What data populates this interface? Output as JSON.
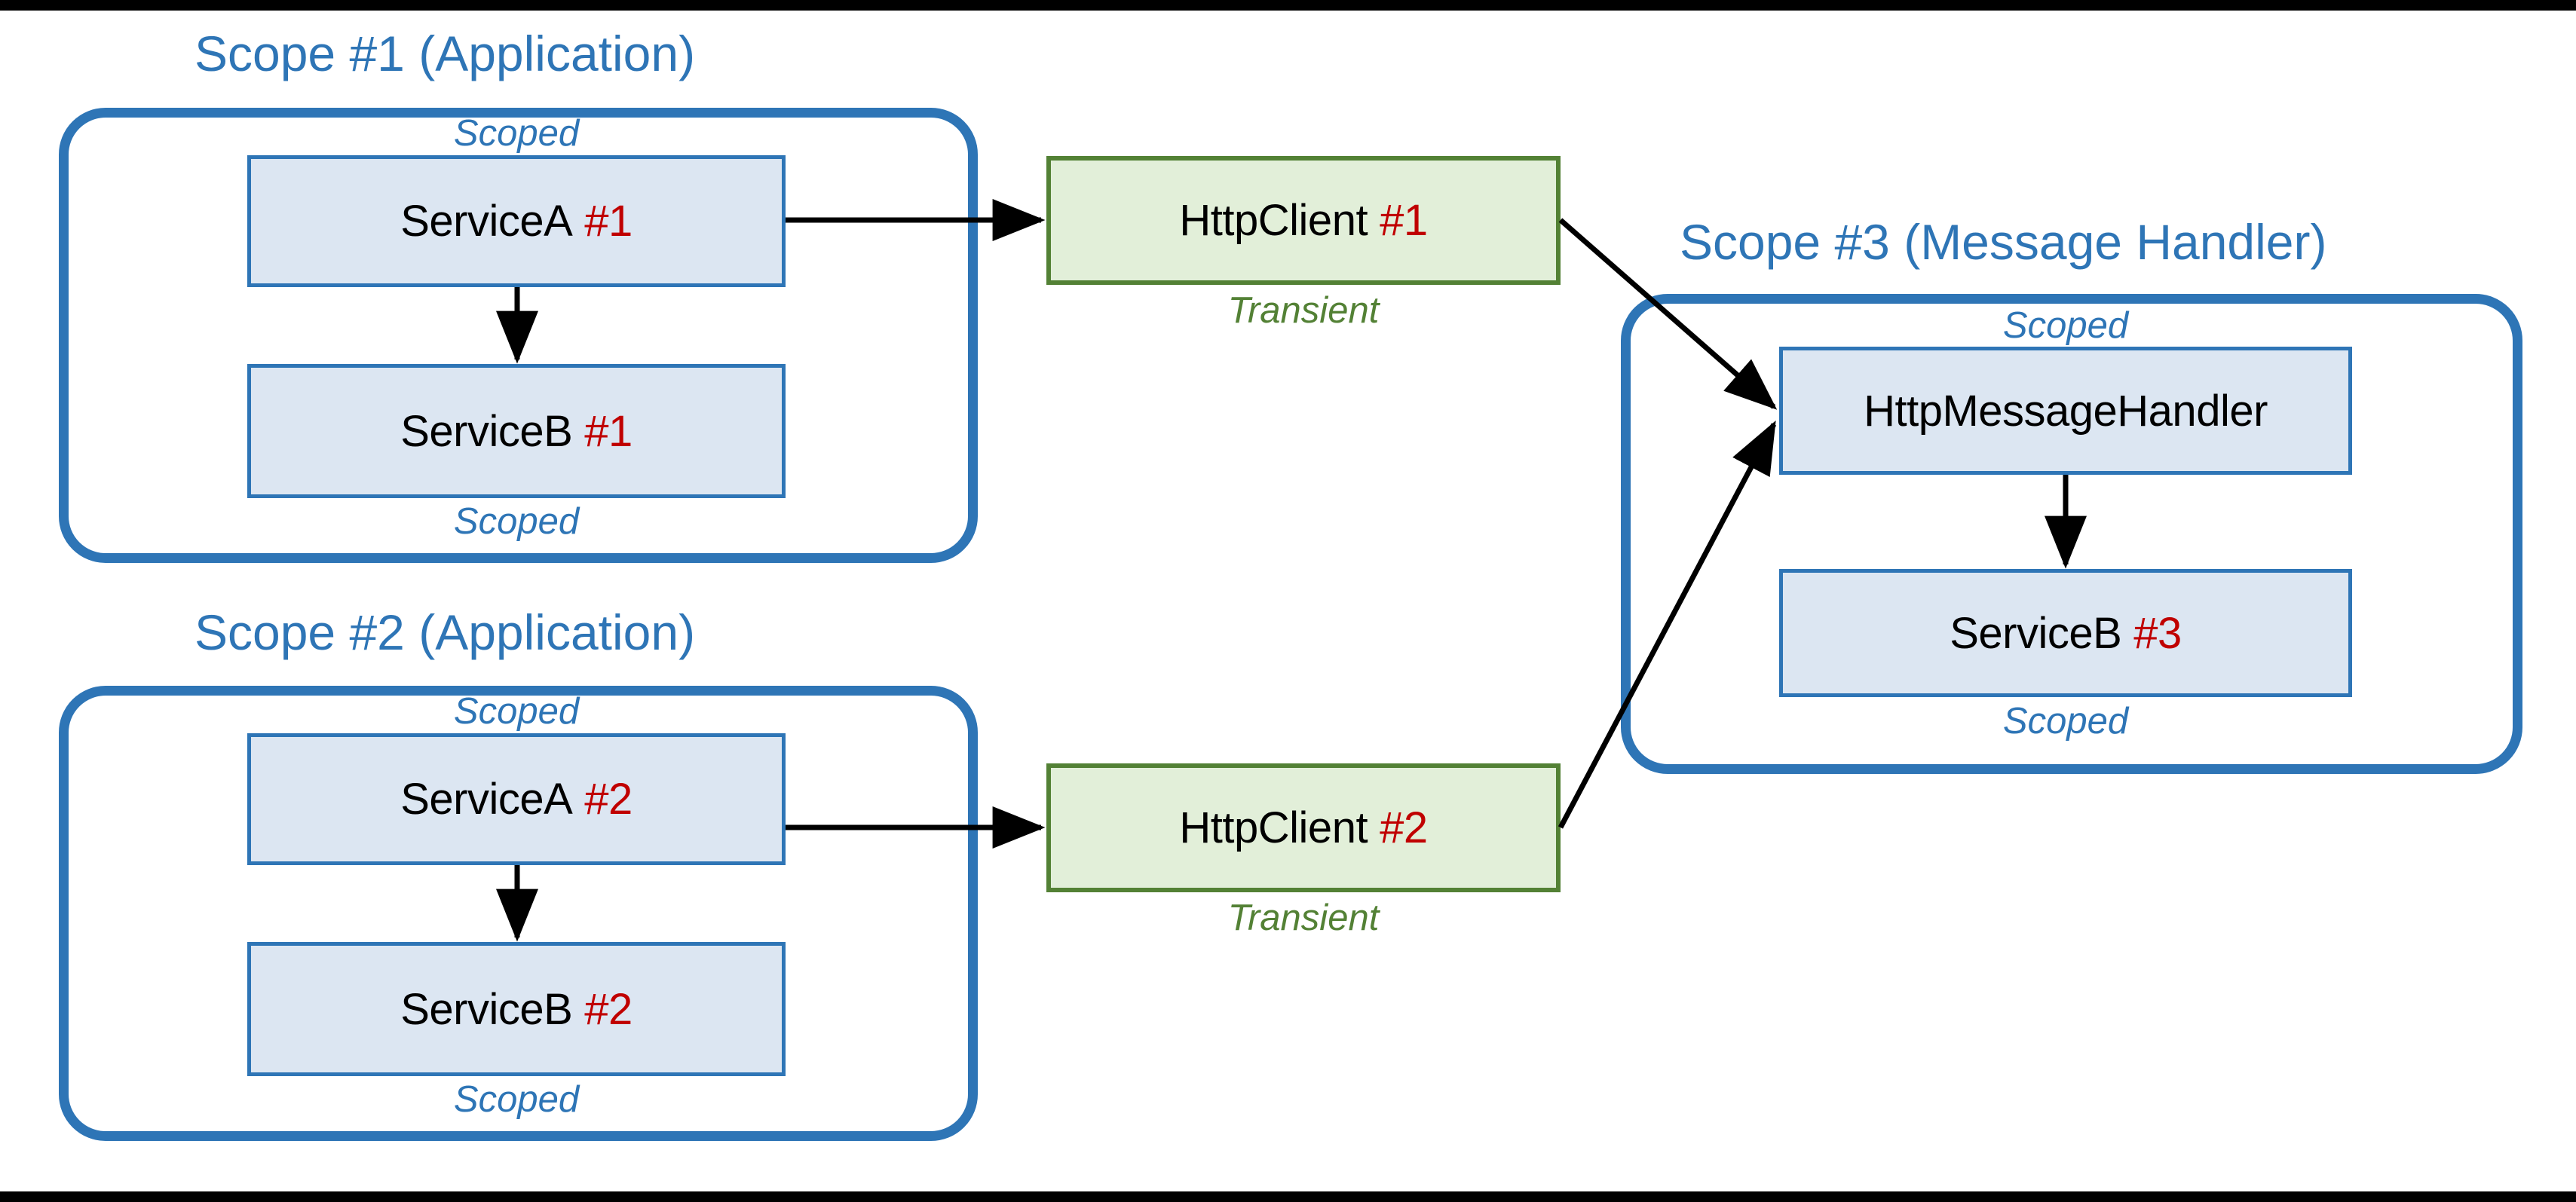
{
  "diagram": {
    "title_color": "#2E75B6",
    "accent_red": "#C00000",
    "green_border": "#538135",
    "blue_fill": "#DCE6F2",
    "green_fill": "#E2EFD9"
  },
  "scopes": [
    {
      "id": "scope-1",
      "title": "Scope #1 (Application)",
      "top_label": "Scoped",
      "bottom_label": "Scoped"
    },
    {
      "id": "scope-2",
      "title": "Scope #2 (Application)",
      "top_label": "Scoped",
      "bottom_label": "Scoped"
    },
    {
      "id": "scope-3",
      "title": "Scope #3 (Message Handler)",
      "top_label": "Scoped",
      "bottom_label": "Scoped"
    }
  ],
  "nodes": {
    "service_a_1": {
      "name": "ServiceA",
      "index": "#1"
    },
    "service_b_1": {
      "name": "ServiceB",
      "index": "#1"
    },
    "service_a_2": {
      "name": "ServiceA",
      "index": "#2"
    },
    "service_b_2": {
      "name": "ServiceB",
      "index": "#2"
    },
    "http_client_1": {
      "name": "HttpClient",
      "index": "#1",
      "lifetime": "Transient"
    },
    "http_client_2": {
      "name": "HttpClient",
      "index": "#2",
      "lifetime": "Transient"
    },
    "http_message_handler": {
      "name": "HttpMessageHandler",
      "index": ""
    },
    "service_b_3": {
      "name": "ServiceB",
      "index": "#3"
    }
  },
  "edges": [
    {
      "from": "service_a_1",
      "to": "service_b_1",
      "style": "solid-arrow"
    },
    {
      "from": "service_a_1",
      "to": "http_client_1",
      "style": "solid-arrow"
    },
    {
      "from": "service_a_2",
      "to": "service_b_2",
      "style": "solid-arrow"
    },
    {
      "from": "service_a_2",
      "to": "http_client_2",
      "style": "solid-arrow"
    },
    {
      "from": "http_client_1",
      "to": "http_message_handler",
      "style": "solid-arrow"
    },
    {
      "from": "http_client_2",
      "to": "http_message_handler",
      "style": "solid-arrow"
    },
    {
      "from": "http_message_handler",
      "to": "service_b_3",
      "style": "solid-arrow"
    }
  ]
}
